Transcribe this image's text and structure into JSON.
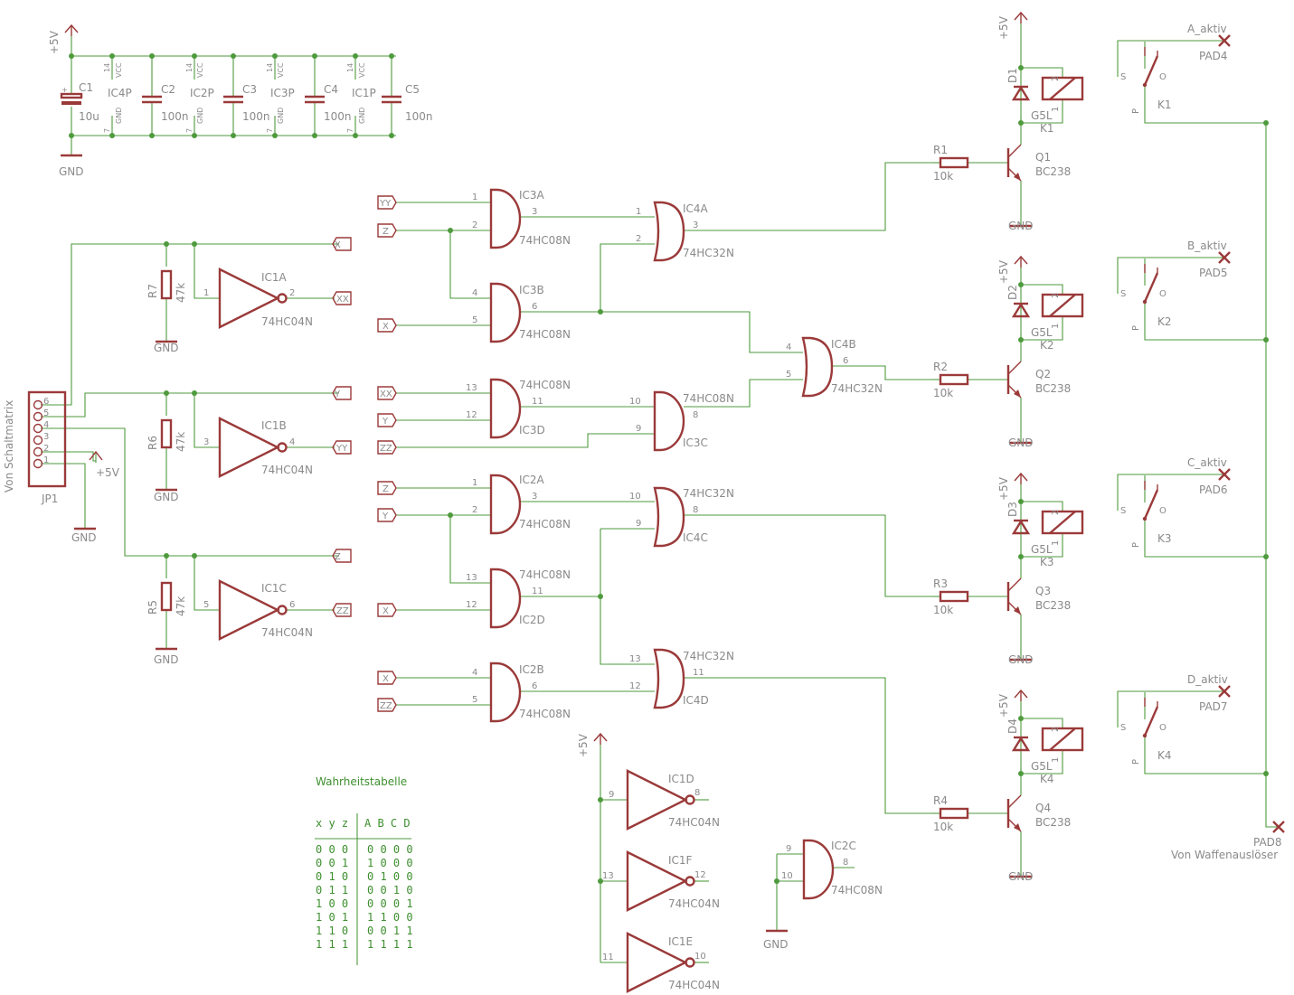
{
  "labels": {
    "p5v": "+5V",
    "gnd": "GND",
    "vcc": "VCC",
    "n14": "14",
    "n7": "7",
    "n1": "1",
    "n2": "2",
    "n3": "3",
    "n4": "4",
    "n5": "5",
    "n6": "6",
    "n8": "8",
    "n9": "9",
    "n10": "10",
    "n11": "11",
    "n12": "12",
    "n13": "13",
    "plus": "+",
    "s": "S",
    "o": "O",
    "p": "P",
    "c1": "C1",
    "c1v": "10u",
    "c2": "C2",
    "c3": "C3",
    "c4": "C4",
    "c5": "C5",
    "c100n": "100n",
    "ic4p": "IC4P",
    "ic2p": "IC2P",
    "ic3p": "IC3P",
    "ic1p": "IC1P",
    "hc08": "74HC08N",
    "hc32": "74HC32N",
    "hc04": "74HC04N",
    "ic3a": "IC3A",
    "ic3b": "IC3B",
    "ic3c": "IC3C",
    "ic3d": "IC3D",
    "ic4a": "IC4A",
    "ic4b": "IC4B",
    "ic4c": "IC4C",
    "ic4d": "IC4D",
    "ic2a": "IC2A",
    "ic2b": "IC2B",
    "ic2c": "IC2C",
    "ic2d": "IC2D",
    "ic1a": "IC1A",
    "ic1b": "IC1B",
    "ic1c": "IC1C",
    "ic1d": "IC1D",
    "ic1e": "IC1E",
    "ic1f": "IC1F",
    "r1": "R1",
    "r2": "R2",
    "r3": "R3",
    "r4": "R4",
    "r10k": "10k",
    "r5": "R5",
    "r6": "R6",
    "r7": "R7",
    "r47k": "47k",
    "q1": "Q1",
    "q2": "Q2",
    "q3": "Q3",
    "q4": "Q4",
    "bc238": "BC238",
    "d1": "D1",
    "d2": "D2",
    "d3": "D3",
    "d4": "D4",
    "g5l": "G5L",
    "k1": "K1",
    "k2": "K2",
    "k3": "K3",
    "k4": "K4",
    "a_aktiv": "A_aktiv",
    "b_aktiv": "B_aktiv",
    "c_aktiv": "C_aktiv",
    "d_aktiv": "D_aktiv",
    "pad4": "PAD4",
    "pad5": "PAD5",
    "pad6": "PAD6",
    "pad7": "PAD7",
    "pad8": "PAD8",
    "waffen": "Von Waffenauslöser",
    "schalt": "Von Schaltmatrix",
    "jp1": "JP1",
    "x": "X",
    "y": "Y",
    "z": "Z",
    "xx": "XX",
    "yy": "YY",
    "zz": "ZZ"
  },
  "truth_table": {
    "title": "Wahrheitstabelle",
    "headers": [
      "x y z",
      "A B C D"
    ],
    "rows": [
      [
        "0 0 0",
        "0 0 0 0"
      ],
      [
        "0 0 1",
        "1 0 0 0"
      ],
      [
        "0 1 0",
        "0 1 0 0"
      ],
      [
        "0 1 1",
        "0 0 1 0"
      ],
      [
        "1 0 0",
        "0 0 0 1"
      ],
      [
        "1 0 1",
        "1 1 0 0"
      ],
      [
        "1 1 0",
        "0 0 1 1"
      ],
      [
        "1 1 1",
        "1 1 1 1"
      ]
    ]
  }
}
